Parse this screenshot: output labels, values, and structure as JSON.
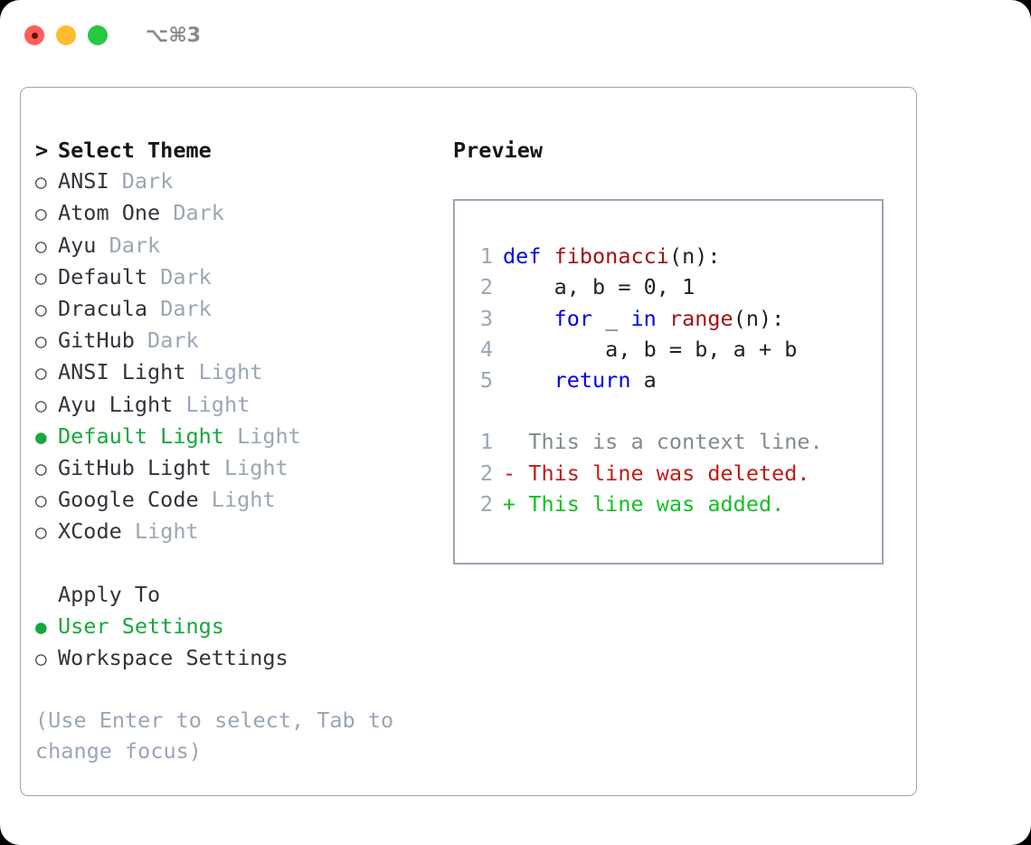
{
  "titlebar": {
    "lights": [
      {
        "name": "close",
        "color": "#ff5f57"
      },
      {
        "name": "minimize",
        "color": "#febc2e"
      },
      {
        "name": "maximize",
        "color": "#28c840"
      }
    ],
    "shortcut": "⌥⌘3"
  },
  "theme_list": {
    "header_marker": ">",
    "header": "Select Theme",
    "selected_marker": "●",
    "unselected_marker": "○",
    "selected_color": "#15a83c",
    "items": [
      {
        "marker": "○",
        "name": "ANSI",
        "tag": "Dark",
        "selected": false
      },
      {
        "marker": "○",
        "name": "Atom One",
        "tag": "Dark",
        "selected": false
      },
      {
        "marker": "○",
        "name": "Ayu",
        "tag": "Dark",
        "selected": false
      },
      {
        "marker": "○",
        "name": "Default",
        "tag": "Dark",
        "selected": false
      },
      {
        "marker": "○",
        "name": "Dracula",
        "tag": "Dark",
        "selected": false
      },
      {
        "marker": "○",
        "name": "GitHub",
        "tag": "Dark",
        "selected": false
      },
      {
        "marker": "○",
        "name": "ANSI Light",
        "tag": "Light",
        "selected": false
      },
      {
        "marker": "○",
        "name": "Ayu Light",
        "tag": "Light",
        "selected": false
      },
      {
        "marker": "●",
        "name": "Default Light",
        "tag": "Light",
        "selected": true
      },
      {
        "marker": "○",
        "name": "GitHub Light",
        "tag": "Light",
        "selected": false
      },
      {
        "marker": "○",
        "name": "Google Code",
        "tag": "Light",
        "selected": false
      },
      {
        "marker": "○",
        "name": "XCode",
        "tag": "Light",
        "selected": false
      }
    ]
  },
  "apply_to": {
    "label": "Apply To",
    "options": [
      {
        "marker": "●",
        "name": "User Settings",
        "selected": true
      },
      {
        "marker": "○",
        "name": "Workspace Settings",
        "selected": false
      }
    ]
  },
  "hint": "(Use Enter to select, Tab to change focus)",
  "preview": {
    "title": "Preview",
    "code_lines": [
      {
        "num": "1",
        "tokens": [
          {
            "t": "def ",
            "c": "kw"
          },
          {
            "t": "fibonacci",
            "c": "fn"
          },
          {
            "t": "(n):",
            "c": "pl"
          }
        ]
      },
      {
        "num": "2",
        "tokens": [
          {
            "t": "    a, b = 0, 1",
            "c": "pl"
          }
        ]
      },
      {
        "num": "3",
        "tokens": [
          {
            "t": "    ",
            "c": "pl"
          },
          {
            "t": "for ",
            "c": "kw"
          },
          {
            "t": "_ ",
            "c": "pl"
          },
          {
            "t": "in ",
            "c": "kw"
          },
          {
            "t": "range",
            "c": "fn"
          },
          {
            "t": "(n):",
            "c": "pl"
          }
        ]
      },
      {
        "num": "4",
        "tokens": [
          {
            "t": "        a, b = b, a + b",
            "c": "pl"
          }
        ]
      },
      {
        "num": "5",
        "tokens": [
          {
            "t": "    ",
            "c": "pl"
          },
          {
            "t": "return ",
            "c": "kw"
          },
          {
            "t": "a",
            "c": "pl"
          }
        ]
      }
    ],
    "diff_lines": [
      {
        "num": "1",
        "tokens": [
          {
            "t": "  This is a context line.",
            "c": "ctx"
          }
        ]
      },
      {
        "num": "2",
        "tokens": [
          {
            "t": "- This line was deleted.",
            "c": "del"
          }
        ]
      },
      {
        "num": "2",
        "tokens": [
          {
            "t": "+ This line was added.",
            "c": "add"
          }
        ]
      }
    ]
  }
}
